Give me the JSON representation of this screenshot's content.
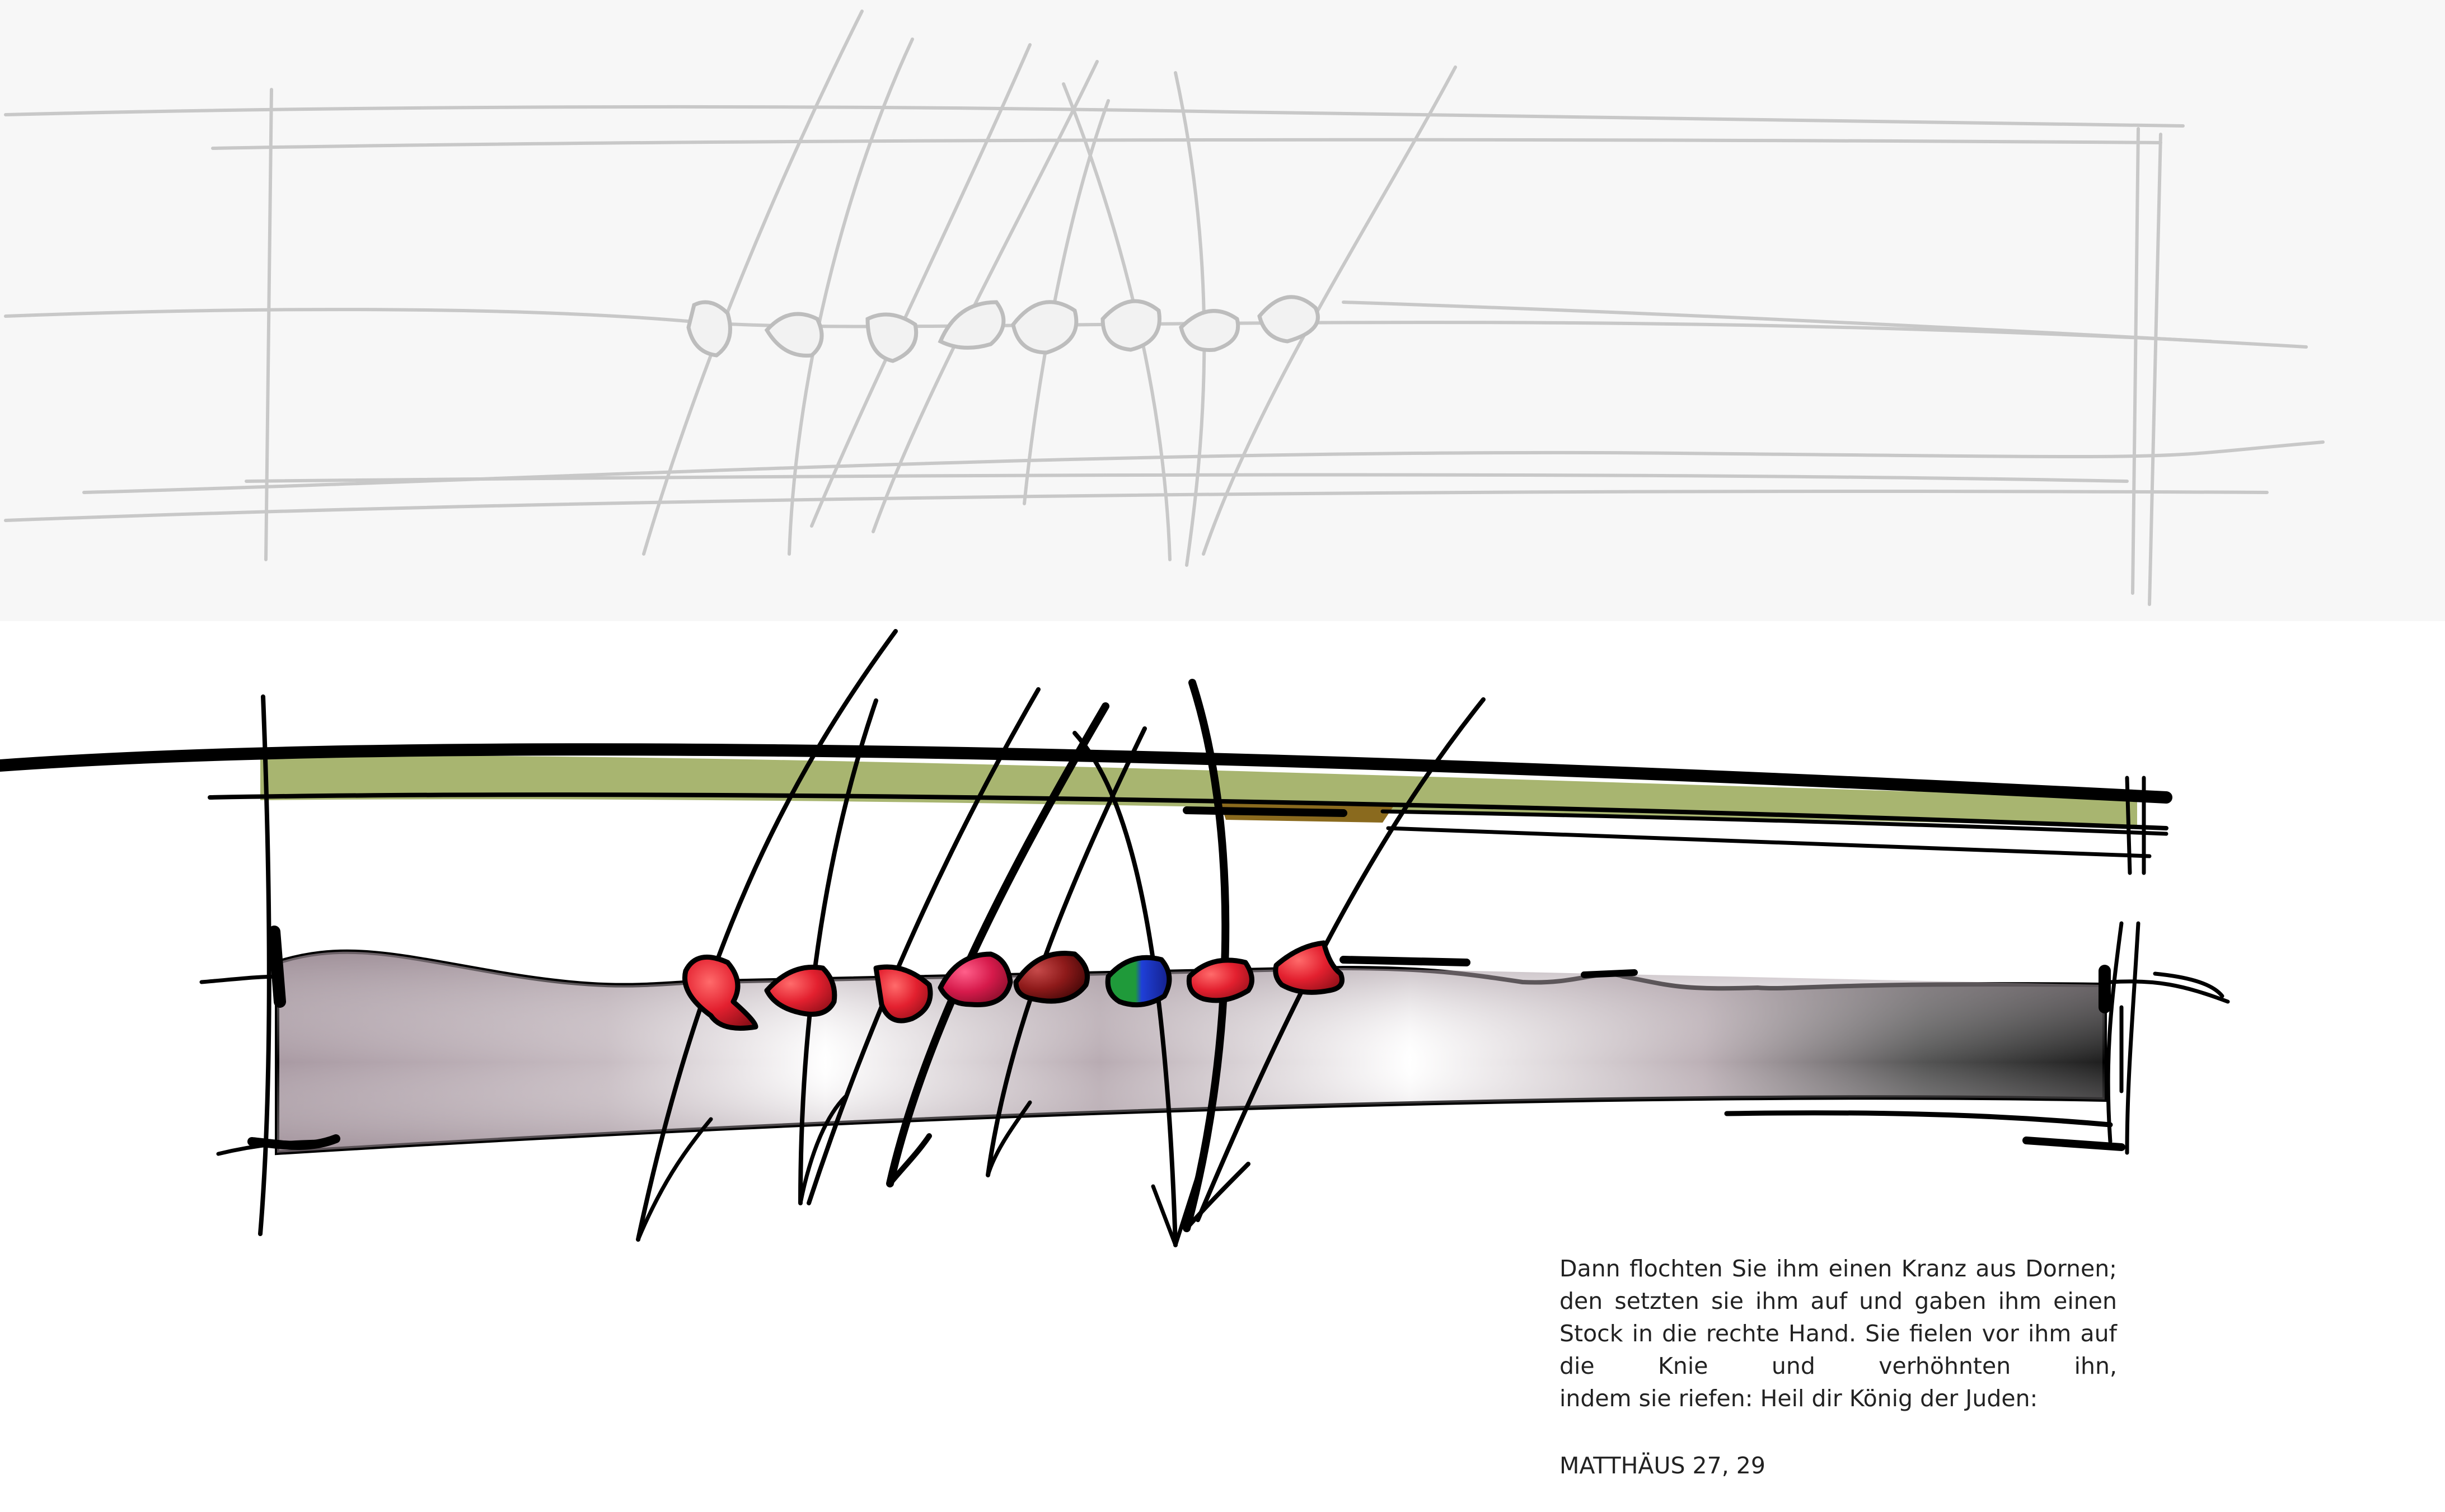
{
  "caption": {
    "text": "Dann flochten Sie ihm einen Kranz aus Dornen; den setzten sie ihm auf und gaben ihm einen Stock in die rechte Hand. Sie fielen vor ihm auf die Knie und verhöhnten ihn,",
    "last_line": "indem sie riefen: Heil dir König der Juden:"
  },
  "reference": "MATTHÄUS 27, 29",
  "colors": {
    "sketch_pencil": "#c8c8c8",
    "band_green": "#a8b570",
    "band_brown": "#8a6a1e",
    "stick_mauve": "#a99aa3",
    "stick_dark": "#1e1e1e",
    "ink": "#000000",
    "bead_red": "#e3202f",
    "bead_green": "#1f9a3a",
    "bead_blue": "#1f3fd8"
  },
  "beads": [
    {
      "name": "bead-red-1",
      "color": "red"
    },
    {
      "name": "bead-red-2",
      "color": "red"
    },
    {
      "name": "bead-red-3",
      "color": "red"
    },
    {
      "name": "bead-crimson-4",
      "color": "crimson"
    },
    {
      "name": "bead-darkred-5",
      "color": "dark-red"
    },
    {
      "name": "bead-green-blue-6",
      "color": "green-blue"
    },
    {
      "name": "bead-red-7",
      "color": "red"
    },
    {
      "name": "bead-red-8",
      "color": "red"
    }
  ]
}
